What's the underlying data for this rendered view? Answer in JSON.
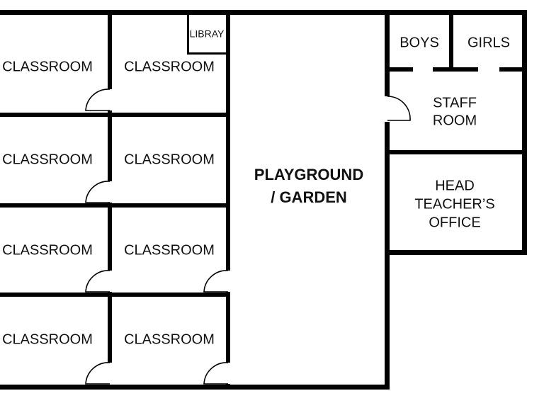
{
  "rooms": {
    "classroom_1": "CLASSROOM",
    "classroom_2": "CLASSROOM",
    "classroom_3": "CLASSROOM",
    "classroom_4": "CLASSROOM",
    "classroom_5": "CLASSROOM",
    "classroom_6": "CLASSROOM",
    "classroom_7": "CLASSROOM",
    "classroom_8": "CLASSROOM",
    "library": "LIBRAY",
    "playground_line1": "PLAYGROUND",
    "playground_line2": "/ GARDEN",
    "boys": "BOYS",
    "girls": "GIRLS",
    "staff_line1": "STAFF",
    "staff_line2": "ROOM",
    "head_line1": "HEAD",
    "head_line2": "TEACHER’S",
    "head_line3": "OFFICE"
  },
  "colors": {
    "walls": "#000000",
    "background": "#ffffff"
  }
}
